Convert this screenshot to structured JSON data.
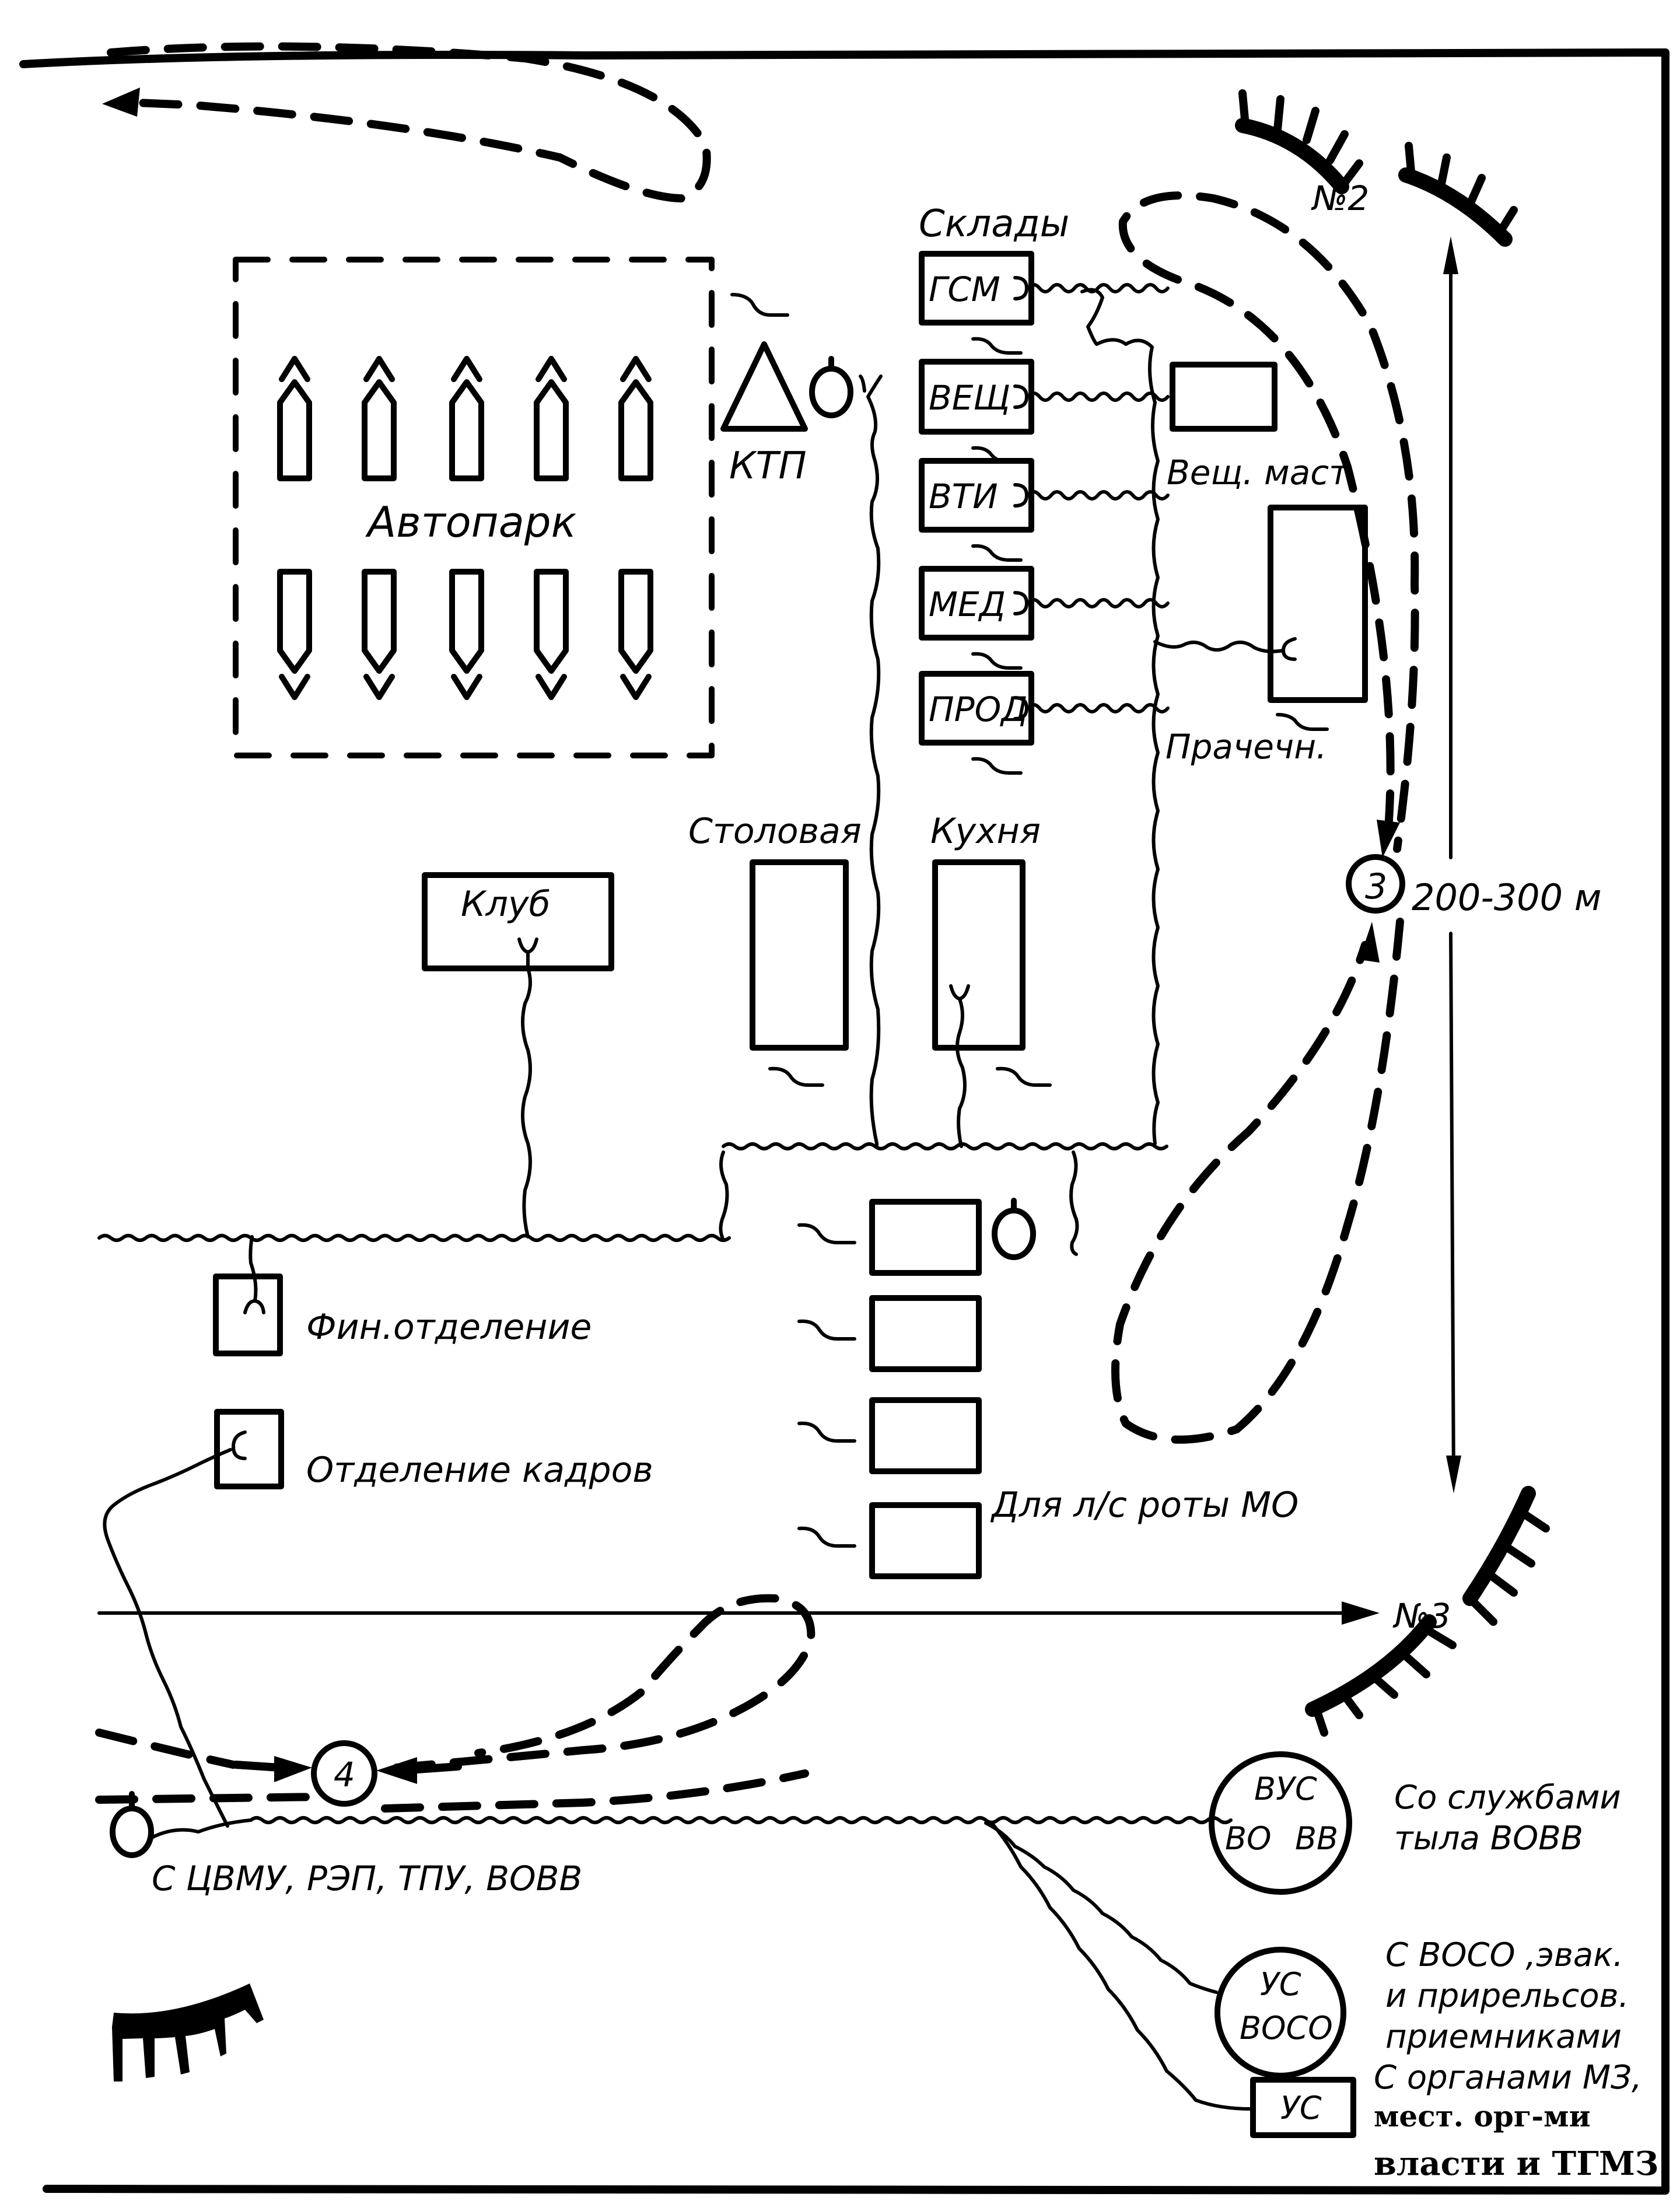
{
  "labels": {
    "motor_pool": "Автопарк",
    "ktp": "КТП",
    "warehouses": "Склады",
    "wh_gsm": "ГСМ",
    "wh_veshch": "ВЕЩ",
    "wh_vti": "ВТИ",
    "wh_med": "МЕД",
    "wh_prod": "ПРОД",
    "clothing_workshop": "Вещ. маст.",
    "laundry": "Прачечн.",
    "canteen": "Столовая",
    "kitchen": "Кухня",
    "club": "Клуб",
    "distance": "200-300 м",
    "post_2": "№2",
    "post_3": "№3",
    "checkpoint_3": "3",
    "checkpoint_4": "4",
    "finance_dept": "Фин.отделение",
    "personnel_dept": "Отделение  кадров",
    "company_quarters": "Для л/с роты МО",
    "ext_comm": "С ЦВМУ, РЭП, ТПУ, ВОВВ",
    "vus_top": "ВУС",
    "vus_left": "ВО",
    "vus_right": "ВВ",
    "vus_note_1": "Со службами",
    "vus_note_2": "тыла ВОВВ",
    "us_voso_top": "УС",
    "us_voso_bottom": "ВОСО",
    "voso_note_1": "С ВОСО ,эвак.",
    "voso_note_2": "и прирельсов.",
    "voso_note_3": "приемниками",
    "us_box": "УС",
    "mz_note_1": "С органами МЗ,",
    "mz_note_2": "мест. орг-ми",
    "mz_note_3": "власти и ТГМЗ"
  },
  "icons": {
    "vehicle_up": "vehicle-arrow-up-icon",
    "vehicle_down": "vehicle-arrow-down-icon",
    "telephone": "telephone-hook-icon",
    "power": "power-tilde-icon",
    "trench": "trench-position-icon",
    "light": "lamp-circle-icon",
    "substation": "triangle-substation-icon"
  }
}
